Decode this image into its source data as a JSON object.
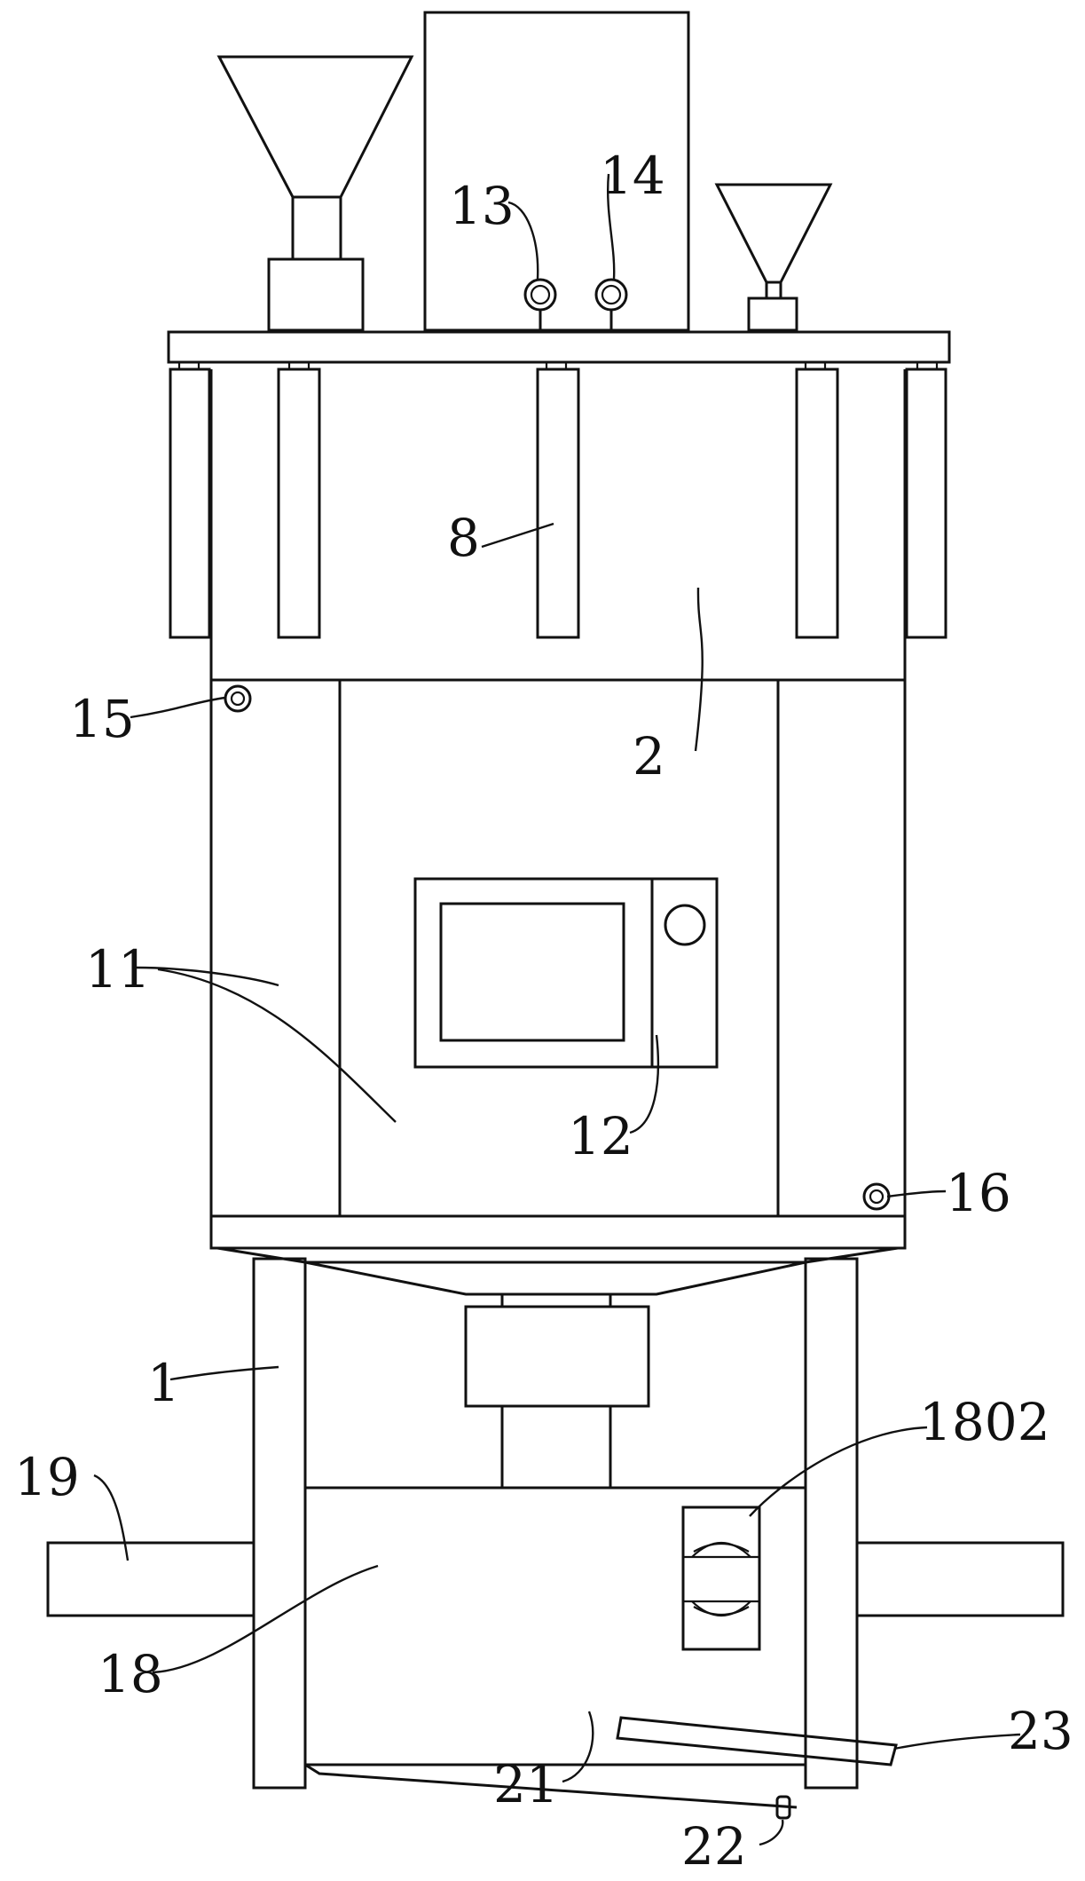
{
  "labels": {
    "l1": "1",
    "l2": "2",
    "l8": "8",
    "l11": "11",
    "l12": "12",
    "l13": "13",
    "l14": "14",
    "l15": "15",
    "l16": "16",
    "l18": "18",
    "l19": "19",
    "l21": "21",
    "l22": "22",
    "l23": "23",
    "l1802": "1802"
  }
}
